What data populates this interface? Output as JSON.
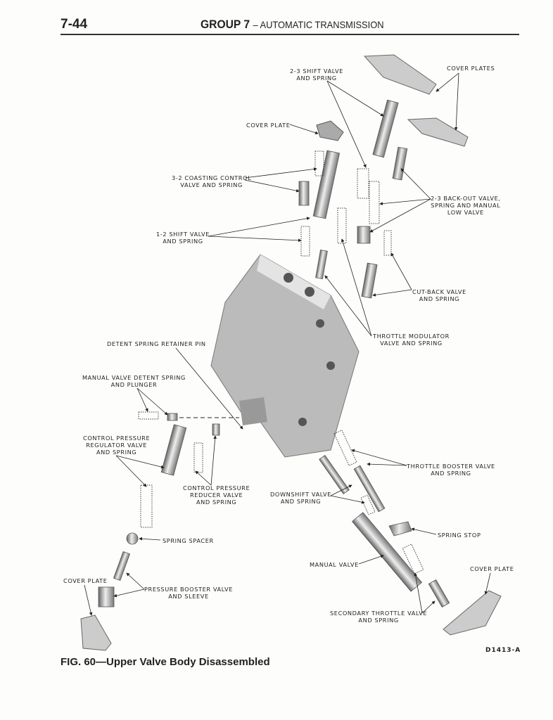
{
  "header": {
    "page_number": "7-44",
    "group": "GROUP 7",
    "title": "– AUTOMATIC TRANSMISSION"
  },
  "labels": {
    "shift_23": "2-3 SHIFT VALVE\nAND SPRING",
    "cover_plates": "COVER PLATES",
    "cover_plate_top": "COVER PLATE",
    "coasting_32": "3-2 COASTING CONTROL\nVALVE AND SPRING",
    "backout_23": "2-3 BACK-OUT VALVE,\nSPRING AND MANUAL\nLOW VALVE",
    "shift_12": "1-2 SHIFT VALVE\nAND SPRING",
    "cutback": "CUT-BACK VALVE\nAND SPRING",
    "throttle_mod": "THROTTLE MODULATOR\nVALVE AND SPRING",
    "detent_pin": "DETENT SPRING RETAINER PIN",
    "detent_spring": "MANUAL VALVE DETENT SPRING\nAND PLUNGER",
    "cp_regulator": "CONTROL PRESSURE\nREGULATOR VALVE\nAND SPRING",
    "throttle_booster": "THROTTLE BOOSTER VALVE\nAND SPRING",
    "cp_reducer": "CONTROL PRESSURE\nREDUCER VALVE\nAND SPRING",
    "downshift": "DOWNSHIFT VALVE\nAND SPRING",
    "spring_spacer": "SPRING SPACER",
    "spring_stop": "SPRING STOP",
    "manual_valve": "MANUAL VALVE",
    "cover_plate_right": "COVER PLATE",
    "cover_plate_left": "COVER PLATE",
    "pressure_booster": "PRESSURE BOOSTER VALVE\nAND SLEEVE",
    "secondary_throttle": "SECONDARY THROTTLE VALVE\nAND SPRING"
  },
  "figure": {
    "code": "D1413-A",
    "caption": "FIG. 60—Upper Valve Body Disassembled"
  }
}
